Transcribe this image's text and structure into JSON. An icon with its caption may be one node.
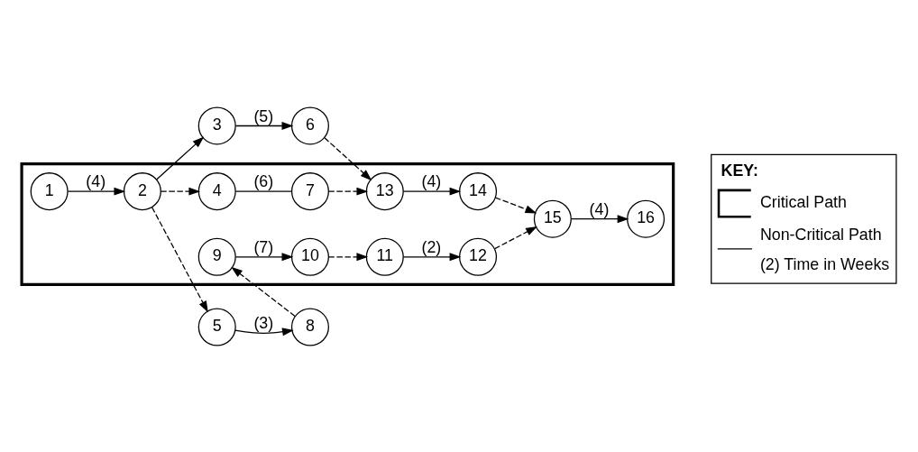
{
  "diagram": {
    "nodes": [
      {
        "text": [],
        "shape": "band"
      },
      {
        "text": [
          "1"
        ],
        "in": 0
      },
      {
        "text": [
          "2"
        ],
        "in": 0
      },
      {
        "text": [
          "3"
        ]
      },
      {
        "text": [
          "4"
        ],
        "in": 0
      },
      {
        "text": [
          "5"
        ]
      },
      {
        "text": [
          "6"
        ]
      },
      {
        "text": [
          "7"
        ],
        "in": 0
      },
      {
        "text": [
          "8"
        ]
      },
      {
        "text": [
          "9"
        ],
        "in": 0
      },
      {
        "text": [
          "10"
        ],
        "in": 0
      },
      {
        "text": [
          "11"
        ],
        "in": 0
      },
      {
        "text": [
          "12"
        ],
        "in": 0
      },
      {
        "text": [
          "13"
        ],
        "in": 0
      },
      {
        "text": [
          "14"
        ],
        "in": 0
      },
      {
        "text": [
          "15"
        ],
        "in": 0
      },
      {
        "text": [
          "16"
        ],
        "in": 0
      }
    ],
    "edges": [
      {
        "from": 1,
        "to": 2,
        "arrow": "to",
        "label": "(4)"
      },
      {
        "from": 2,
        "to": 3,
        "arrow": "to"
      },
      {
        "from": 2,
        "to": 4,
        "arrow": "to",
        "style": "dashed"
      },
      {
        "from": 2,
        "to": 5,
        "arrow": "to",
        "style": "dashed"
      },
      {
        "from": 3,
        "to": 6,
        "arrow": "to",
        "label": "(5)"
      },
      {
        "from": 4,
        "to": 7,
        "arrow": "none",
        "label": "(6)"
      },
      {
        "from": 6,
        "to": 13,
        "arrow": "to",
        "style": "dashed"
      },
      {
        "from": 7,
        "to": 13,
        "arrow": "to",
        "style": "dashed"
      },
      {
        "from": 5,
        "to": 8,
        "arrow": "to",
        "label": "(3)"
      },
      {
        "from": 8,
        "to": 9,
        "arrow": "to",
        "style": "dashed"
      },
      {
        "from": 9,
        "to": 10,
        "arrow": "to",
        "label": "(7)"
      },
      {
        "from": 10,
        "to": 11,
        "arrow": "to",
        "style": "dashed"
      },
      {
        "from": 11,
        "to": 12,
        "arrow": "to",
        "label": "(2)"
      },
      {
        "from": 12,
        "to": 15,
        "arrow": "to",
        "style": "dashed"
      },
      {
        "from": 13,
        "to": 14,
        "arrow": "to",
        "label": "(4)"
      },
      {
        "from": 14,
        "to": 15,
        "arrow": "to",
        "style": "dashed"
      },
      {
        "from": 15,
        "to": 16,
        "arrow": "to",
        "label": "(4)"
      }
    ],
    "labels": [
      "KEY:"
    ],
    "legend": [
      {
        "text": "Critical Path"
      },
      {
        "text": "Non-Critical Path"
      },
      {
        "text": "(2) Time in Weeks"
      }
    ]
  }
}
